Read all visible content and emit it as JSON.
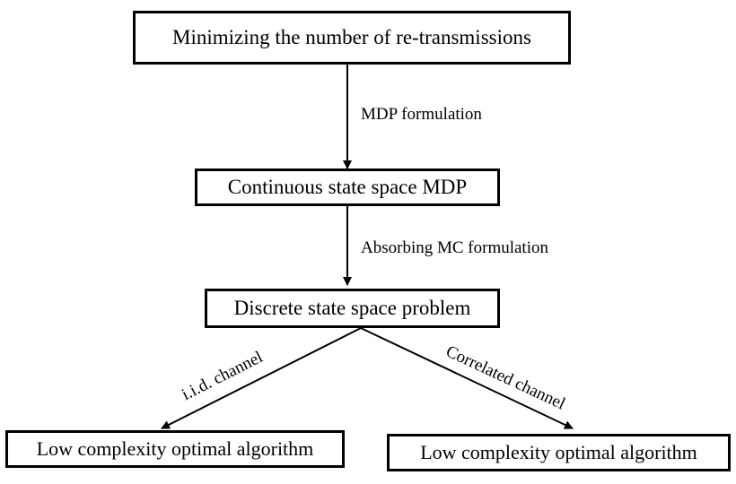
{
  "nodes": {
    "top": "Minimizing the number of re-transmissions",
    "mdp": "Continuous state space MDP",
    "discrete": "Discrete state space problem",
    "left": "Low complexity optimal algorithm",
    "right": "Low complexity optimal algorithm"
  },
  "edges": {
    "mdp_formulation": "MDP formulation",
    "absorbing": "Absorbing MC formulation",
    "iid": "i.i.d. channel",
    "correlated": "Correlated channel"
  }
}
